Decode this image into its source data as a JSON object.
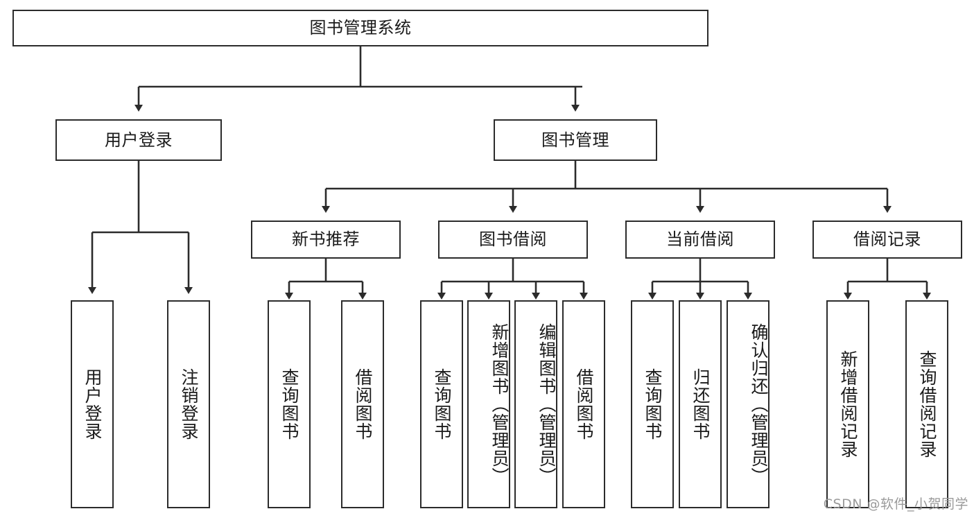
{
  "diagram": {
    "title": "图书管理系统",
    "type": "tree",
    "root": {
      "id": "root",
      "label": "图书管理系统",
      "orientation": "horizontal"
    },
    "level1": [
      {
        "id": "user-login",
        "label": "用户登录",
        "orientation": "horizontal"
      },
      {
        "id": "book-manage",
        "label": "图书管理",
        "orientation": "horizontal"
      }
    ],
    "level2": [
      {
        "id": "new-book-recommend",
        "label": "新书推荐",
        "parent": "book-manage",
        "orientation": "horizontal"
      },
      {
        "id": "book-borrow",
        "label": "图书借阅",
        "parent": "book-manage",
        "orientation": "horizontal"
      },
      {
        "id": "current-borrow",
        "label": "当前借阅",
        "parent": "book-manage",
        "orientation": "horizontal"
      },
      {
        "id": "borrow-record",
        "label": "借阅记录",
        "parent": "book-manage",
        "orientation": "horizontal"
      }
    ],
    "leaves": [
      {
        "id": "leaf-user-login",
        "label": "用户登录",
        "parent": "user-login",
        "orientation": "vertical"
      },
      {
        "id": "leaf-user-logout",
        "label": "注销登录",
        "parent": "user-login",
        "orientation": "vertical"
      },
      {
        "id": "leaf-query-book-1",
        "label": "查询图书",
        "parent": "new-book-recommend",
        "orientation": "vertical"
      },
      {
        "id": "leaf-borrow-book-1",
        "label": "借阅图书",
        "parent": "new-book-recommend",
        "orientation": "vertical"
      },
      {
        "id": "leaf-query-book-2",
        "label": "查询图书",
        "parent": "book-borrow",
        "orientation": "vertical"
      },
      {
        "id": "leaf-add-book",
        "label": "新增图书（管理员）",
        "parent": "book-borrow",
        "orientation": "vertical"
      },
      {
        "id": "leaf-edit-book",
        "label": "编辑图书（管理员）",
        "parent": "book-borrow",
        "orientation": "vertical"
      },
      {
        "id": "leaf-borrow-book-2",
        "label": "借阅图书",
        "parent": "book-borrow",
        "orientation": "vertical"
      },
      {
        "id": "leaf-query-book-3",
        "label": "查询图书",
        "parent": "current-borrow",
        "orientation": "vertical"
      },
      {
        "id": "leaf-return-book",
        "label": "归还图书",
        "parent": "current-borrow",
        "orientation": "vertical"
      },
      {
        "id": "leaf-confirm-return",
        "label": "确认归还（管理员）",
        "parent": "current-borrow",
        "orientation": "vertical"
      },
      {
        "id": "leaf-add-record",
        "label": "新增借阅记录",
        "parent": "borrow-record",
        "orientation": "vertical"
      },
      {
        "id": "leaf-query-record",
        "label": "查询借阅记录",
        "parent": "borrow-record",
        "orientation": "vertical"
      }
    ],
    "watermark": "CSDN @软件_小贺同学",
    "colors": {
      "stroke": "#2b2b2b",
      "fill": "#ffffff",
      "text": "#1a1a1a",
      "watermark": "#9a9a9a"
    }
  }
}
